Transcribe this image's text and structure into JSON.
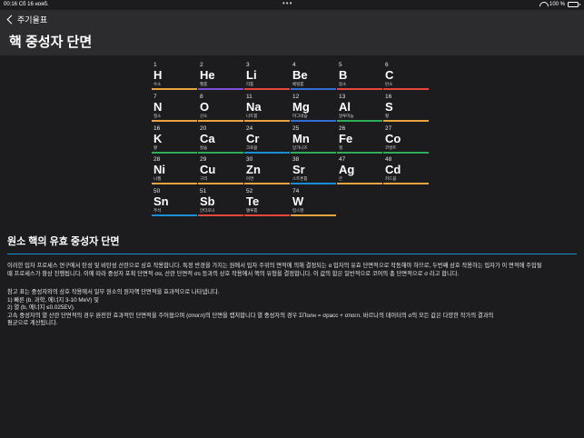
{
  "status": {
    "time": "00:16",
    "date": "Сб 16 нояб.",
    "battery": "100 %"
  },
  "nav": {
    "back_label": "주기율표",
    "title": "핵 중성자 단면"
  },
  "colors": {
    "accent": "#1a8fd6",
    "background": "#1c1c1e",
    "navbar": "#2c2c2e"
  },
  "elements": [
    {
      "num": "1",
      "sym": "H",
      "name": "수소",
      "color": "#e8a33a"
    },
    {
      "num": "2",
      "sym": "He",
      "name": "헬륨",
      "color": "#7b4fd6"
    },
    {
      "num": "3",
      "sym": "Li",
      "name": "리튬",
      "color": "#e8453c"
    },
    {
      "num": "4",
      "sym": "Be",
      "name": "베릴륨",
      "color": "#2f6fd6"
    },
    {
      "num": "5",
      "sym": "B",
      "name": "붕소",
      "color": "#e8453c"
    },
    {
      "num": "6",
      "sym": "C",
      "name": "탄소",
      "color": "#e8453c"
    },
    {
      "num": "7",
      "sym": "N",
      "name": "질소",
      "color": "#e8a33a"
    },
    {
      "num": "8",
      "sym": "O",
      "name": "산소",
      "color": "#e8a33a"
    },
    {
      "num": "11",
      "sym": "Na",
      "name": "나트륨",
      "color": "#e8a33a"
    },
    {
      "num": "12",
      "sym": "Mg",
      "name": "마그네슘",
      "color": "#2f6fd6"
    },
    {
      "num": "13",
      "sym": "Al",
      "name": "알루미늄",
      "color": "#2fae5a"
    },
    {
      "num": "16",
      "sym": "S",
      "name": "황",
      "color": "#e8a33a"
    },
    {
      "num": "16",
      "sym": "K",
      "name": "황",
      "color": "#2fae5a"
    },
    {
      "num": "20",
      "sym": "Ca",
      "name": "칼슘",
      "color": "#2fae5a"
    },
    {
      "num": "24",
      "sym": "Cr",
      "name": "크로뮴",
      "color": "#1a8fd6"
    },
    {
      "num": "25",
      "sym": "Mn",
      "name": "망가니즈",
      "color": "#2fae5a"
    },
    {
      "num": "26",
      "sym": "Fe",
      "name": "철",
      "color": "#2fae5a"
    },
    {
      "num": "27",
      "sym": "Co",
      "name": "코발트",
      "color": "#2fae5a"
    },
    {
      "num": "28",
      "sym": "Ni",
      "name": "니켈",
      "color": "#e8a33a"
    },
    {
      "num": "29",
      "sym": "Cu",
      "name": "구리",
      "color": "#e8a33a"
    },
    {
      "num": "30",
      "sym": "Zn",
      "name": "아연",
      "color": "#e8a33a"
    },
    {
      "num": "38",
      "sym": "Sr",
      "name": "스트론튬",
      "color": "#1a8fd6"
    },
    {
      "num": "47",
      "sym": "Ag",
      "name": "은",
      "color": "#e8a33a"
    },
    {
      "num": "48",
      "sym": "Cd",
      "name": "카드뮴",
      "color": "#e8a33a"
    },
    {
      "num": "50",
      "sym": "Sn",
      "name": "주석",
      "color": "#1a8fd6"
    },
    {
      "num": "51",
      "sym": "Sb",
      "name": "안티모니",
      "color": "#e8453c"
    },
    {
      "num": "52",
      "sym": "Te",
      "name": "텔루륨",
      "color": "#e8453c"
    },
    {
      "num": "74",
      "sym": "W",
      "name": "텅스텐",
      "color": "#e8a33a"
    }
  ],
  "section": {
    "title": "원소 핵의 유효 중성자 단면",
    "lines": [
      "이러한 입자 프로세스 연구에서 탄성 및 비탄성 산란으로 상호 작용합니다. 특정 반경을 가지는 원에서 입자 주위의 면적에 의해 결정되는 α 입자의 유효 단면적으로 작동해야 하므로, 두번째 상호 작용하는 입자가 이 면적에 주입될",
      "때 프로세스가 항상 진행됩니다. 이에 따라 중성자 포획 단면적 σα, 산란 단면적 σs 등과의 상호 작용에서 핵의 유형을 결정합니다. 이 값의 합은 일반적으로 코어의 총 단면적으로 σ 라고 합니다.",
      "",
      "참고 표는 중성자와의 상호 작용에서 일부 원소의 원자핵 단면적을 효과적으로 나타냅니다.",
      "1) 빠른 (b. 과학, 에너지 3-10 MeV) 및",
      "2) 열 (b, 에너지 ≤0.025EV).",
      "고속 중성자의 열 산란 단면적의 경우 완전한 효과적인 단면적을 주어졌으며 (σпогл)의 단면을 캡처합니다 열 중성자의 경우 ΣПолн = σpacc + σпогл. 바르나의 데이터의 σ의 모든 값은 다양한 작가의 결과의",
      "평균으로 계산됩니다."
    ]
  }
}
